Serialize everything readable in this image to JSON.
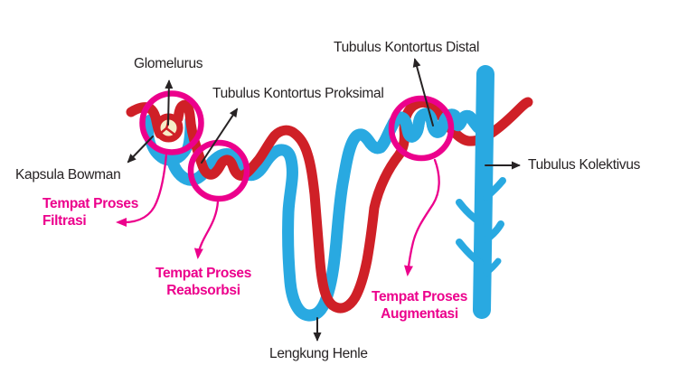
{
  "colors": {
    "vessel_red": "#CF2027",
    "tubule_blue": "#29A9E1",
    "highlight_pink": "#EC008C",
    "glomerulus_cream": "#F6EDC7",
    "label_ink": "#272324",
    "background": "#FFFFFF"
  },
  "labels": {
    "glomerulus": "Glomelurus",
    "proximal_tubule": "Tubulus Kontortus Proksimal",
    "distal_tubule": "Tubulus Kontortus Distal",
    "bowman_capsule": "Kapsula Bowman",
    "collecting_duct": "Tubulus Kolektivus",
    "henle_loop": "Lengkung Henle"
  },
  "process_labels": {
    "filtration": {
      "line1": "Tempat Proses",
      "line2": "Filtrasi"
    },
    "reabsorption": {
      "line1": "Tempat Proses",
      "line2": "Reabsorbsi"
    },
    "augmentation": {
      "line1": "Tempat Proses",
      "line2": "Augmentasi"
    }
  }
}
